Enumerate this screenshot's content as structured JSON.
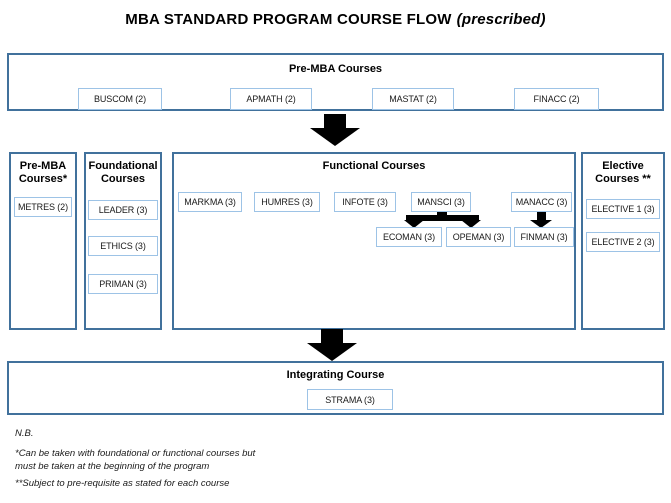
{
  "title": {
    "text": "MBA STANDARD PROGRAM COURSE FLOW",
    "qualifier": "(prescribed)"
  },
  "top_section": {
    "header": "Pre-MBA Courses",
    "courses": [
      "BUSCOM (2)",
      "APMATH (2)",
      "MASTAT (2)",
      "FINACC (2)"
    ]
  },
  "middle": {
    "pre_mba": {
      "header": "Pre-MBA Courses*",
      "courses": [
        "METRES (2)"
      ]
    },
    "foundational": {
      "header": "Foundational Courses",
      "courses": [
        "LEADER (3)",
        "ETHICS (3)",
        "PRIMAN (3)"
      ]
    },
    "functional": {
      "header": "Functional Courses",
      "row1": [
        "MARKMA (3)",
        "HUMRES (3)",
        "INFOTE (3)",
        "MANSCI (3)",
        "MANACC (3)"
      ],
      "row2": [
        "ECOMAN (3)",
        "OPEMAN (3)",
        "FINMAN (3)"
      ]
    },
    "elective": {
      "header": "Elective Courses **",
      "courses": [
        "ELECTIVE 1 (3)",
        "ELECTIVE 2 (3)"
      ]
    }
  },
  "integrating": {
    "header": "Integrating Course",
    "course": "STRAMA (3)"
  },
  "notes": {
    "label": "N.B.",
    "note1_line1": "*Can be taken with foundational or functional courses but",
    "note1_line2": "must be taken at the beginning of the program",
    "note2": "**Subject to pre-requisite as stated for each course"
  },
  "colors": {
    "section_border": "#41719C",
    "course_border": "#9DC3E6",
    "arrow": "#000000"
  }
}
